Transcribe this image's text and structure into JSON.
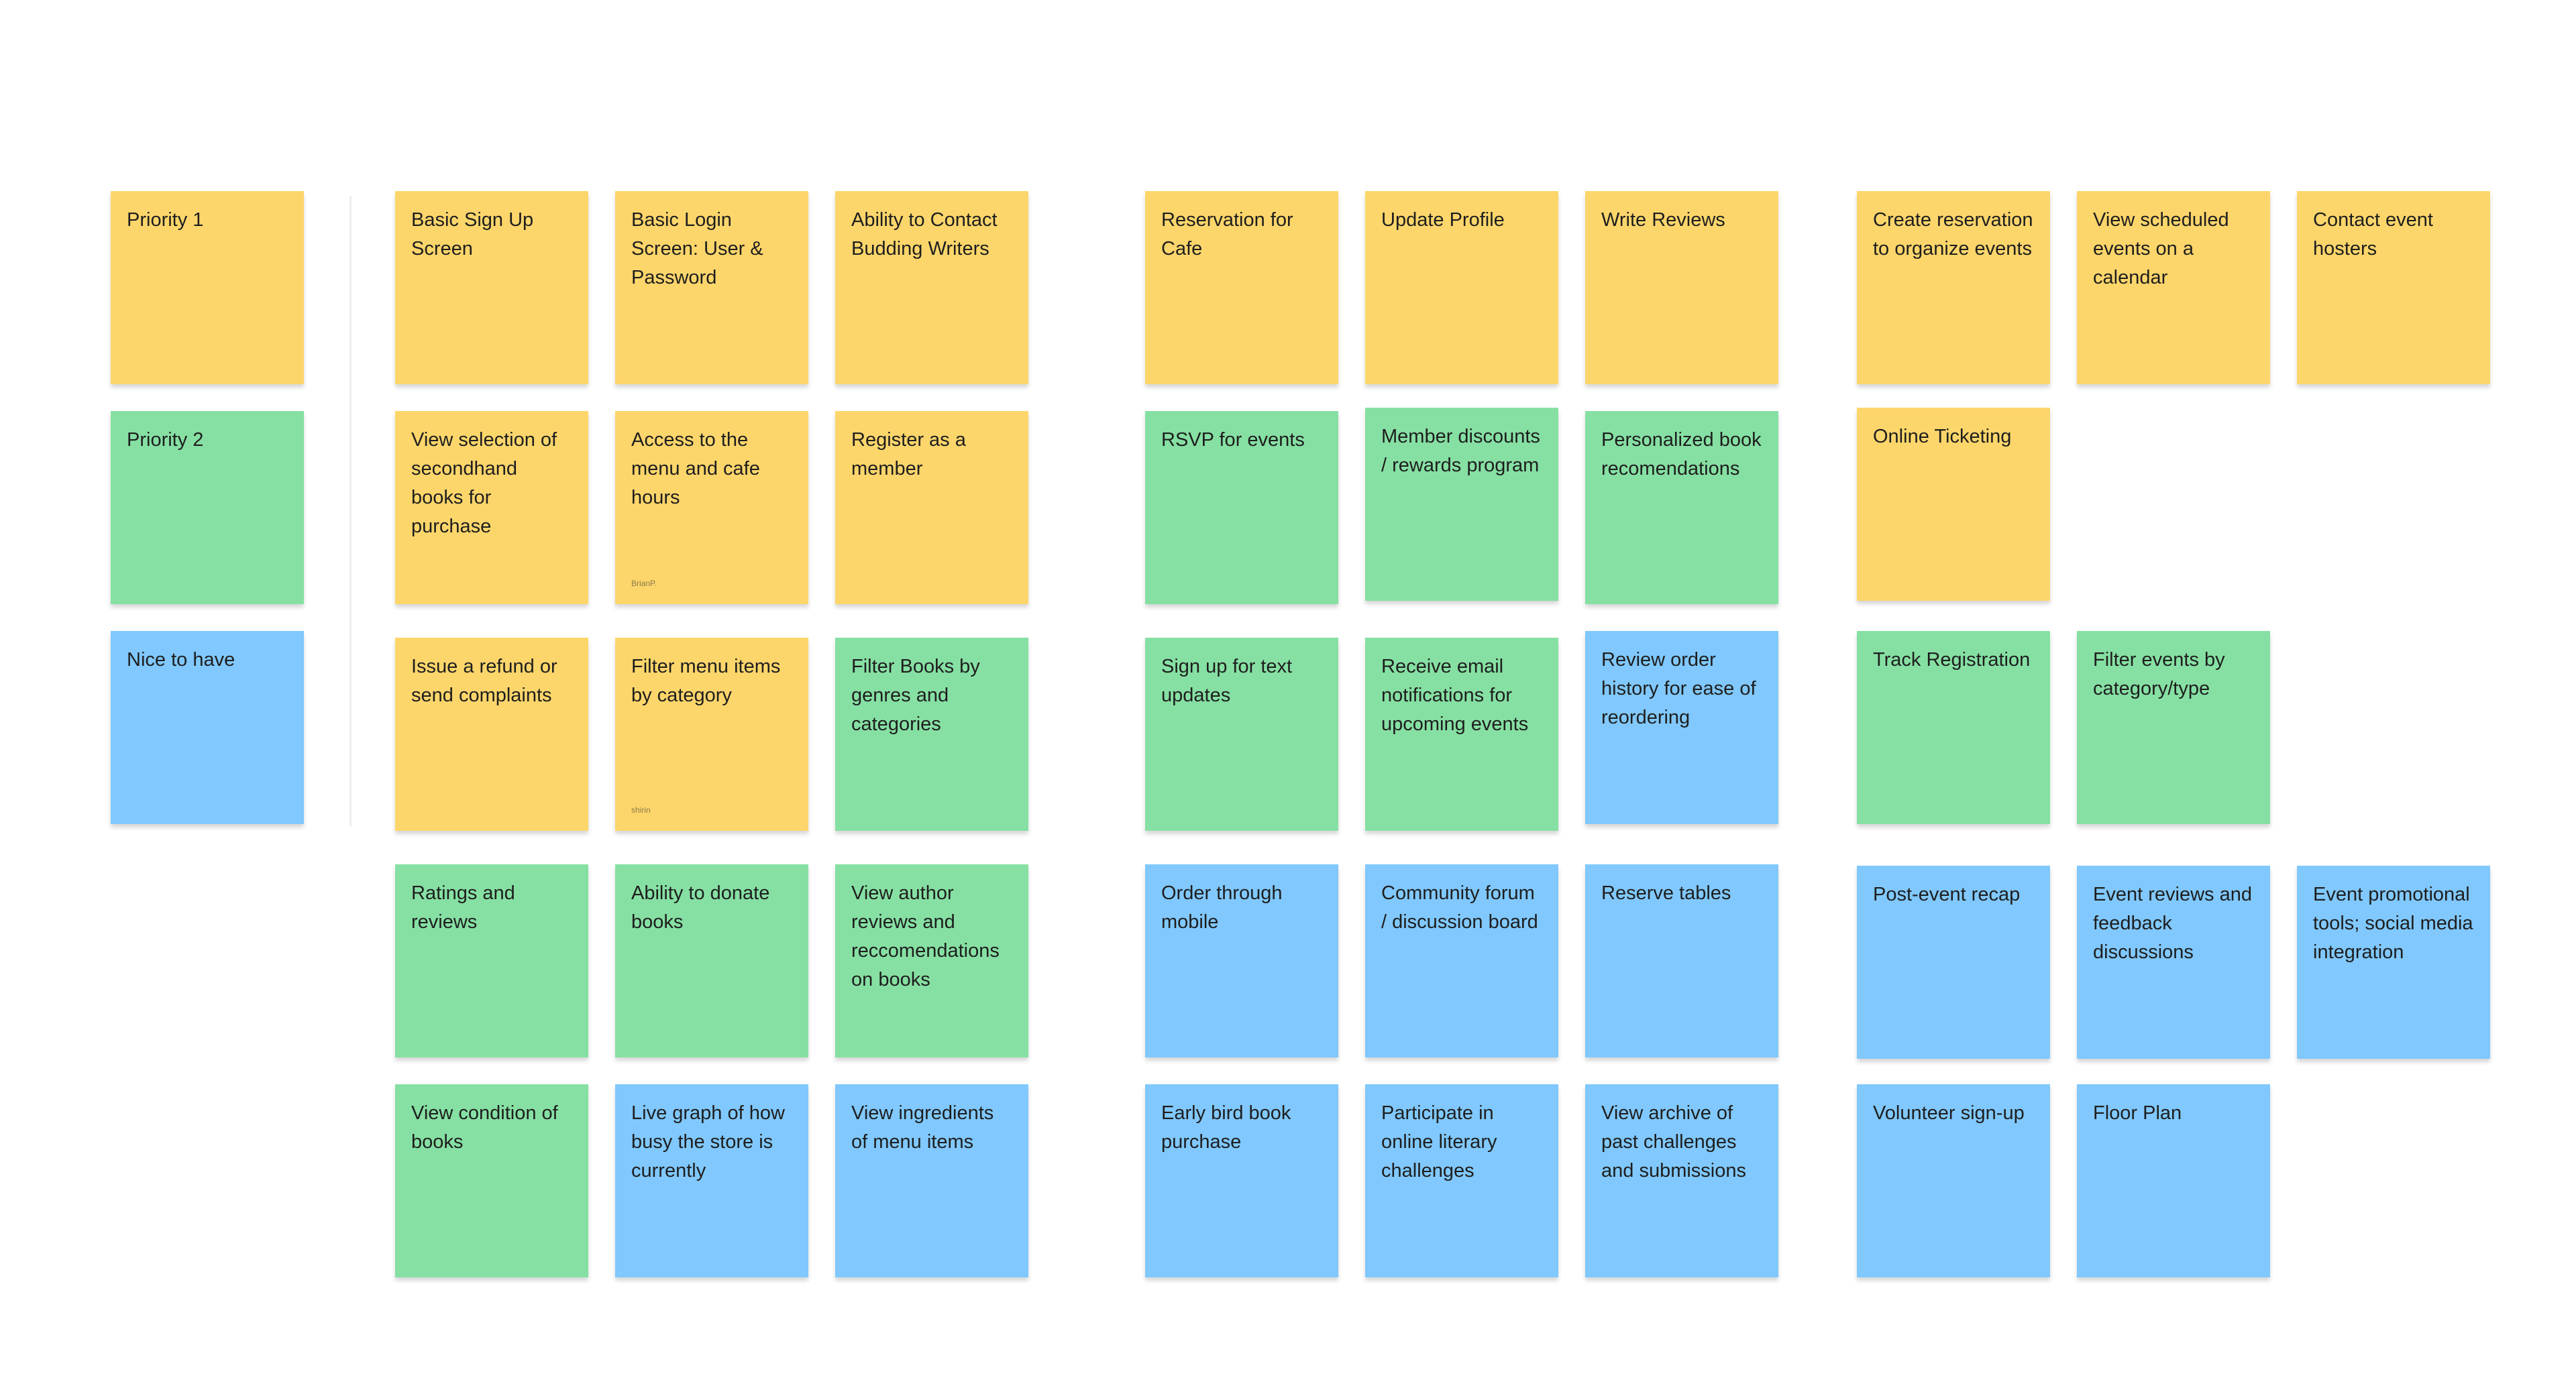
{
  "colors": {
    "yellow": "#fdd66b",
    "green": "#86e0a3",
    "blue": "#80c8fd"
  },
  "groups": [
    {
      "title": ""
    },
    {
      "title": ""
    },
    {
      "title": ""
    }
  ],
  "legend": [
    {
      "label": "Priority 1",
      "color": "yellow"
    },
    {
      "label": "Priority 2",
      "color": "green"
    },
    {
      "label": "Nice to have",
      "color": "blue"
    }
  ],
  "stickies": [
    {
      "text": "Basic Sign Up Screen",
      "color": "yellow"
    },
    {
      "text": "Basic Login Screen: User & Password",
      "color": "yellow"
    },
    {
      "text": "Ability to Contact Budding Writers",
      "color": "yellow"
    },
    {
      "text": "View selection of secondhand books for purchase",
      "color": "yellow"
    },
    {
      "text": "Access to the menu and cafe hours",
      "color": "yellow",
      "author": "BrianP."
    },
    {
      "text": "Register as a member",
      "color": "yellow"
    },
    {
      "text": "Issue a refund or send complaints",
      "color": "yellow"
    },
    {
      "text": "Filter menu items by category",
      "color": "yellow",
      "author": "shirin"
    },
    {
      "text": "Filter Books by genres and categories",
      "color": "green"
    },
    {
      "text": "Ratings and reviews",
      "color": "green"
    },
    {
      "text": "Ability to donate books",
      "color": "green"
    },
    {
      "text": "View author reviews and reccomendations on books",
      "color": "green"
    },
    {
      "text": "View condition of books",
      "color": "green"
    },
    {
      "text": "Live graph of how busy the store is currently",
      "color": "blue"
    },
    {
      "text": "View ingredients of menu items",
      "color": "blue"
    },
    {
      "text": "Reservation for Cafe",
      "color": "yellow"
    },
    {
      "text": "Update Profile",
      "color": "yellow"
    },
    {
      "text": "Write Reviews",
      "color": "yellow"
    },
    {
      "text": "RSVP for events",
      "color": "green"
    },
    {
      "text": "Member discounts / rewards program",
      "color": "green"
    },
    {
      "text": "Personalized book recomendations",
      "color": "green"
    },
    {
      "text": "Sign up for text updates",
      "color": "green"
    },
    {
      "text": "Receive email notifications for upcoming events",
      "color": "green"
    },
    {
      "text": "Review order history for ease of reordering",
      "color": "blue"
    },
    {
      "text": "Order through mobile",
      "color": "blue"
    },
    {
      "text": "Community forum / discussion board",
      "color": "blue"
    },
    {
      "text": "Reserve tables",
      "color": "blue"
    },
    {
      "text": "Early bird book purchase",
      "color": "blue"
    },
    {
      "text": "Participate in online literary challenges",
      "color": "blue"
    },
    {
      "text": "View archive of past challenges and submissions",
      "color": "blue"
    },
    {
      "text": "Create reservation to organize events",
      "color": "yellow"
    },
    {
      "text": "View scheduled events on a calendar",
      "color": "yellow"
    },
    {
      "text": "Contact event hosters",
      "color": "yellow"
    },
    {
      "text": "Online Ticketing",
      "color": "yellow"
    },
    {
      "text": "Track Registration",
      "color": "green"
    },
    {
      "text": "Filter events by category/type",
      "color": "green"
    },
    {
      "text": "Post-event recap",
      "color": "blue"
    },
    {
      "text": "Event reviews and feedback discussions",
      "color": "blue"
    },
    {
      "text": "Event promotional tools; social media integration",
      "color": "blue"
    },
    {
      "text": "Volunteer sign-up",
      "color": "blue"
    },
    {
      "text": "Floor Plan",
      "color": "blue"
    }
  ]
}
